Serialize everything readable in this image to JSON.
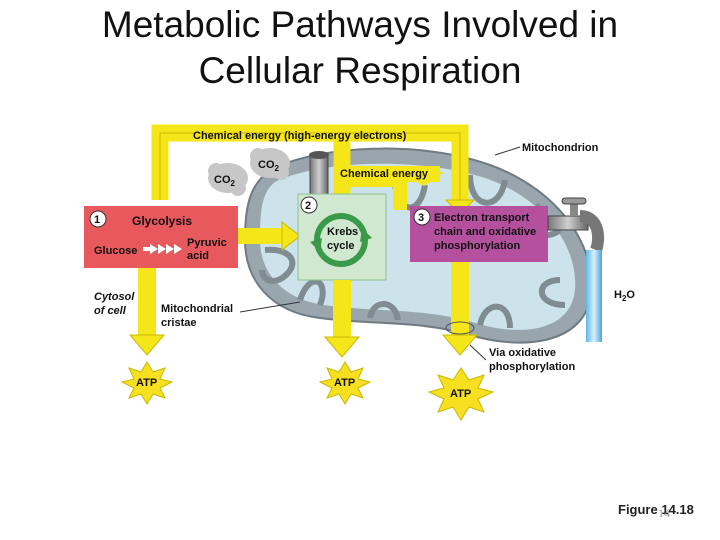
{
  "title": {
    "line1": "Metabolic Pathways Involved in",
    "line2": "Cellular Respiration"
  },
  "diagram": {
    "top_arrow_label": "Chemical energy (high-energy electrons)",
    "mitochondrion_label": "Mitochondrion",
    "co2_left": "CO",
    "co2_right": "CO",
    "co2_subscript": "2",
    "chemical_energy_label": "Chemical energy",
    "step1": {
      "number": "1",
      "name": "Glycolysis",
      "input": "Glucose",
      "output_line1": "Pyruvic",
      "output_line2": "acid"
    },
    "step2": {
      "number": "2",
      "name_line1": "Krebs",
      "name_line2": "cycle"
    },
    "step3": {
      "number": "3",
      "line1": "Electron transport",
      "line2": "chain and oxidative",
      "line3": "phosphorylation"
    },
    "h2o": "H",
    "h2o_sub": "2",
    "h2o_o": "O",
    "cytosol_line1": "Cytosol",
    "cytosol_line2": "of cell",
    "cristae_line1": "Mitochondrial",
    "cristae_line2": "cristae",
    "via_line1": "Via oxidative",
    "via_line2": "phosphorylation",
    "atp": [
      "ATP",
      "ATP",
      "ATP"
    ]
  },
  "figure_label": "Figure 14.18",
  "page_number": "14",
  "colors": {
    "arrow_yellow": "#f5e61a",
    "glycolysis_red": "#e8595e",
    "krebs_green": "#cfe8cf",
    "etc_purple": "#b5509e",
    "mito_blue": "#cde3ec",
    "atp_burst": "#f7e020"
  }
}
